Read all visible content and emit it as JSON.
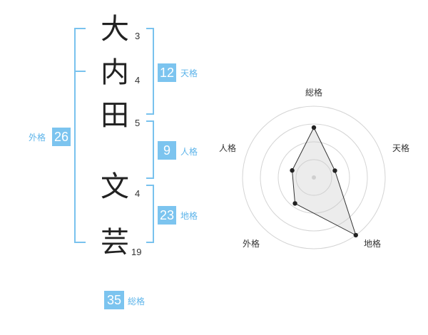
{
  "name": {
    "characters": [
      {
        "char": "大",
        "strokes": "3"
      },
      {
        "char": "内",
        "strokes": "4"
      },
      {
        "char": "田",
        "strokes": "5"
      },
      {
        "char": "文",
        "strokes": "4"
      },
      {
        "char": "芸",
        "strokes": "19"
      }
    ]
  },
  "fortune": {
    "tenkaku": {
      "value": "12",
      "label": "天格"
    },
    "jinkaku": {
      "value": "9",
      "label": "人格"
    },
    "chikaku": {
      "value": "23",
      "label": "地格"
    },
    "gaikaku": {
      "value": "26",
      "label": "外格"
    },
    "soukaku": {
      "value": "35",
      "label": "総格"
    }
  },
  "colors": {
    "accent": "#7cc4ef",
    "bracket": "#79c2ee",
    "label": "#5db4ea"
  },
  "chart_data": {
    "type": "radar",
    "axes": [
      "総格",
      "天格",
      "地格",
      "外格",
      "人格"
    ],
    "series": [
      {
        "values": [
          0.7,
          0.31,
          1.0,
          0.45,
          0.32
        ]
      }
    ],
    "rings": 4
  }
}
